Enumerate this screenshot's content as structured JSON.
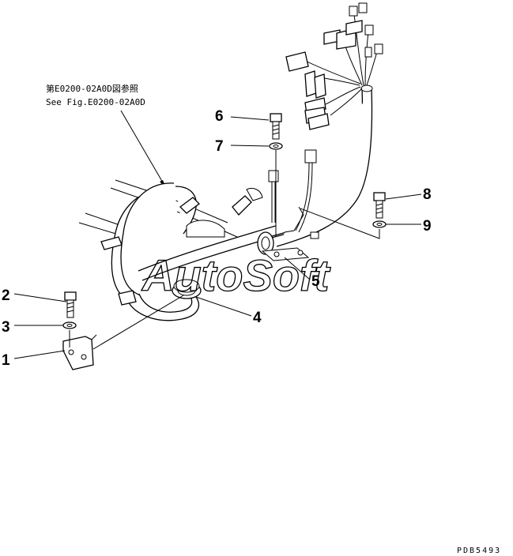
{
  "reference": {
    "jp": "第E0200-02A0D図参照",
    "en": "See Fig.E0200-02A0D"
  },
  "callouts": [
    "1",
    "2",
    "3",
    "4",
    "5",
    "6",
    "7",
    "8",
    "9"
  ],
  "watermark": "AutoSoft",
  "drawing_code": "PDB5493"
}
